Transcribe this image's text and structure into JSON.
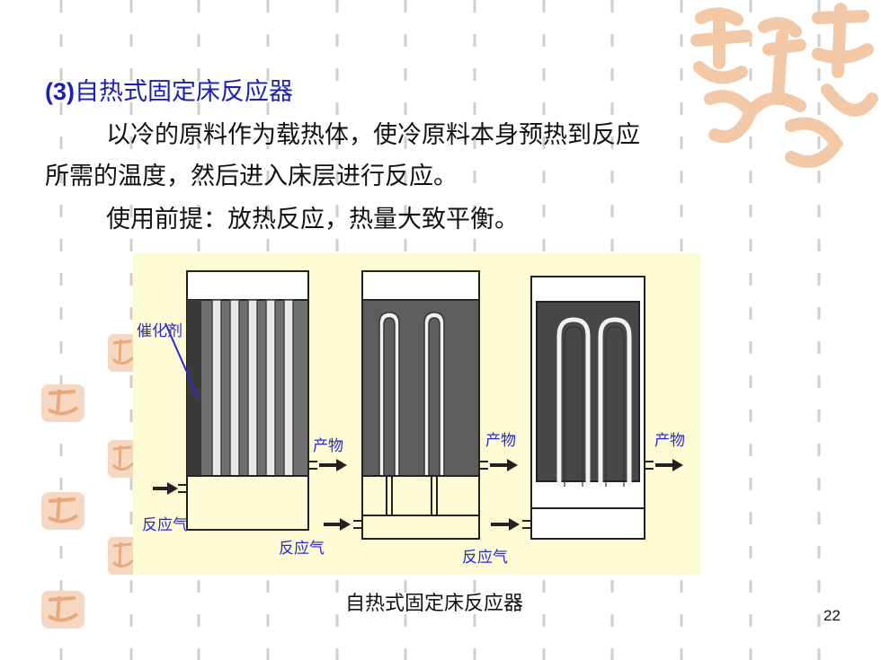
{
  "slide": {
    "title_num": "(3)",
    "title_text": "自热式固定床反应器",
    "line1": "以冷的原料作为载热体，使冷原料本身预热到反应",
    "line2": "所需的温度，然后进入床层进行反应。",
    "line3": "使用前提：放热反应，热量大致平衡。",
    "caption": "自热式固定床反应器",
    "page_number": "22"
  },
  "figure": {
    "label_catalyst": "催化剂",
    "label_product_1": "产物",
    "label_product_2": "产物",
    "label_product_3": "产物",
    "label_feed_1": "反应气",
    "label_feed_2": "反应气",
    "label_feed_3": "反应气"
  },
  "colors": {
    "title_blue": "#1d1fb4",
    "figure_bg": "#fdfbd4",
    "label_blue": "#2a2ad0",
    "seal_orange": "#f2c8a6"
  }
}
